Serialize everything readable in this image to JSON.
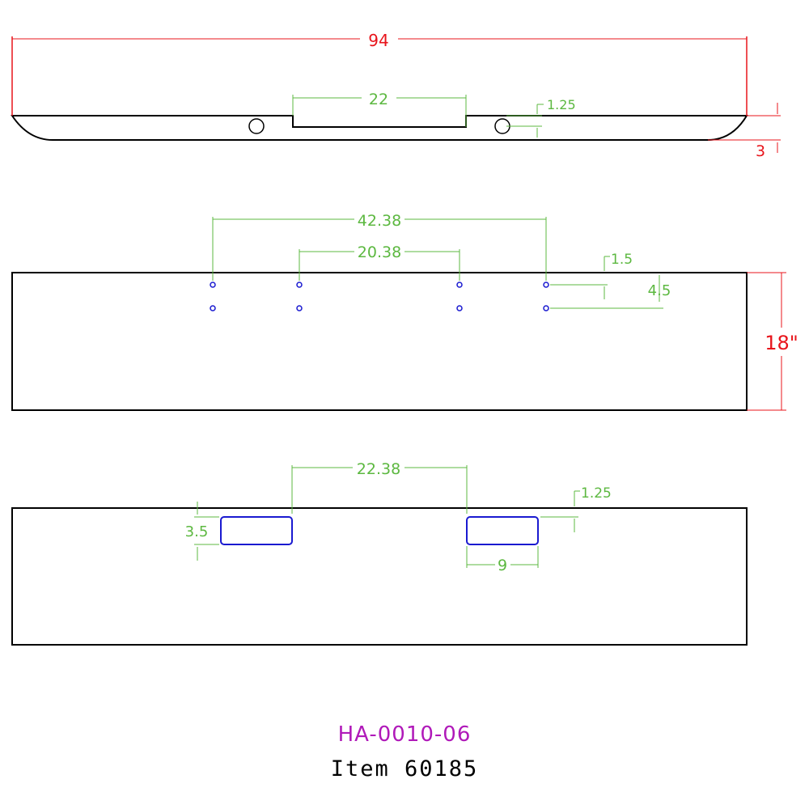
{
  "colors": {
    "outline": "#000000",
    "overall_dimension": "#e8141b",
    "dimension": "#5cb840",
    "hole": "#1a1ad0",
    "part_number": "#b019b9"
  },
  "top_view": {
    "overall_length": "94",
    "notch_width": "22",
    "notch_depth": "1.25",
    "end_radius": "3"
  },
  "front_view": {
    "outer_hole_spacing": "42.38",
    "inner_hole_spacing": "20.38",
    "hole_top_offset": "1.5",
    "hole_row_spacing": "4.5",
    "height": "18\""
  },
  "back_view": {
    "slot_spacing": "22.38",
    "slot_top_offset": "1.25",
    "slot_height": "3.5",
    "slot_width": "9"
  },
  "title_block": {
    "part_number": "HA-0010-06",
    "item_label": "Item",
    "item_number": "60185"
  }
}
